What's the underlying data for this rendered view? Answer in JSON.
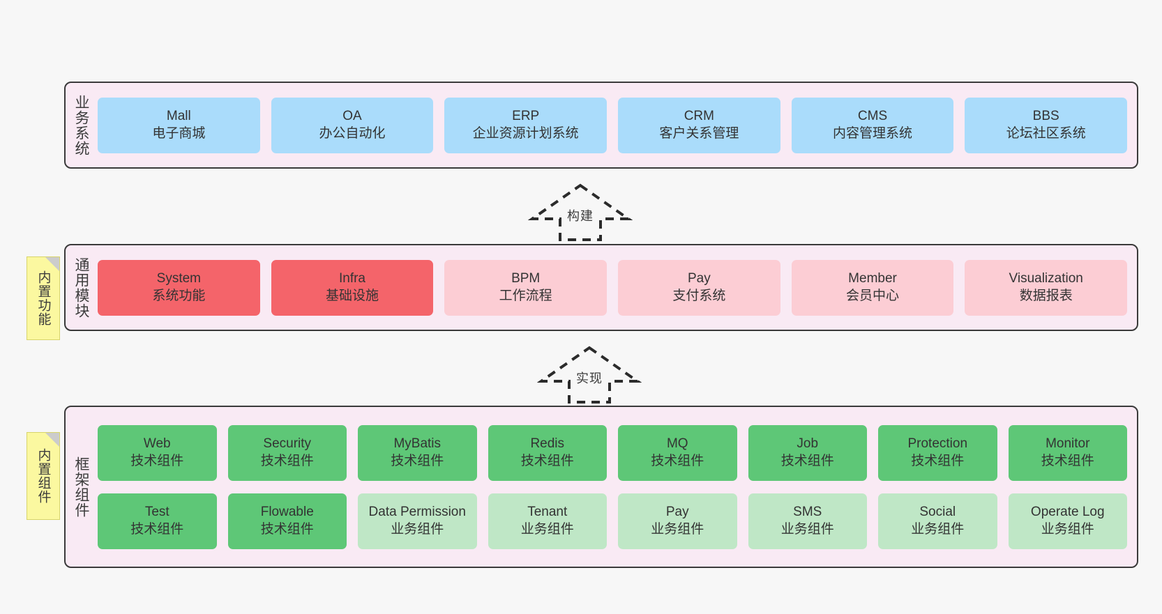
{
  "diagram": {
    "background_color": "#f7f7f7",
    "layer_fill": "#f9eaf4",
    "layer_border": "#3a3a3a",
    "note_color": "#fbf8a0"
  },
  "layers": [
    {
      "id": "business",
      "title": "业务系统",
      "note": null,
      "rows": [
        {
          "cards": [
            {
              "t1": "Mall",
              "t2": "电子商城",
              "color": "#aadcfb",
              "style": "blue"
            },
            {
              "t1": "OA",
              "t2": "办公自动化",
              "color": "#aadcfb",
              "style": "blue"
            },
            {
              "t1": "ERP",
              "t2": "企业资源计划系统",
              "color": "#aadcfb",
              "style": "blue"
            },
            {
              "t1": "CRM",
              "t2": "客户关系管理",
              "color": "#aadcfb",
              "style": "blue"
            },
            {
              "t1": "CMS",
              "t2": "内容管理系统",
              "color": "#aadcfb",
              "style": "blue"
            },
            {
              "t1": "BBS",
              "t2": "论坛社区系统",
              "color": "#aadcfb",
              "style": "blue"
            }
          ]
        }
      ]
    },
    {
      "id": "common-module",
      "title": "通用模块",
      "note": "内置功能",
      "rows": [
        {
          "cards": [
            {
              "t1": "System",
              "t2": "系统功能",
              "color": "#f4646a",
              "style": "red"
            },
            {
              "t1": "Infra",
              "t2": "基础设施",
              "color": "#f4646a",
              "style": "red"
            },
            {
              "t1": "BPM",
              "t2": "工作流程",
              "color": "#fccdd4",
              "style": "pink"
            },
            {
              "t1": "Pay",
              "t2": "支付系统",
              "color": "#fccdd4",
              "style": "pink"
            },
            {
              "t1": "Member",
              "t2": "会员中心",
              "color": "#fccdd4",
              "style": "pink"
            },
            {
              "t1": "Visualization",
              "t2": "数据报表",
              "color": "#fccdd4",
              "style": "pink"
            }
          ]
        }
      ]
    },
    {
      "id": "framework",
      "title": "框架组件",
      "note": "内置组件",
      "rows": [
        {
          "cards": [
            {
              "t1": "Web",
              "t2": "技术组件",
              "color": "#5ec777",
              "style": "green"
            },
            {
              "t1": "Security",
              "t2": "技术组件",
              "color": "#5ec777",
              "style": "green"
            },
            {
              "t1": "MyBatis",
              "t2": "技术组件",
              "color": "#5ec777",
              "style": "green"
            },
            {
              "t1": "Redis",
              "t2": "技术组件",
              "color": "#5ec777",
              "style": "green"
            },
            {
              "t1": "MQ",
              "t2": "技术组件",
              "color": "#5ec777",
              "style": "green"
            },
            {
              "t1": "Job",
              "t2": "技术组件",
              "color": "#5ec777",
              "style": "green"
            },
            {
              "t1": "Protection",
              "t2": "技术组件",
              "color": "#5ec777",
              "style": "green"
            },
            {
              "t1": "Monitor",
              "t2": "技术组件",
              "color": "#5ec777",
              "style": "green"
            }
          ]
        },
        {
          "cards": [
            {
              "t1": "Test",
              "t2": "技术组件",
              "color": "#5ec777",
              "style": "green"
            },
            {
              "t1": "Flowable",
              "t2": "技术组件",
              "color": "#5ec777",
              "style": "green"
            },
            {
              "t1": "Data Permission",
              "t2": "业务组件",
              "color": "#bfe7c6",
              "style": "lgreen"
            },
            {
              "t1": "Tenant",
              "t2": "业务组件",
              "color": "#bfe7c6",
              "style": "lgreen"
            },
            {
              "t1": "Pay",
              "t2": "业务组件",
              "color": "#bfe7c6",
              "style": "lgreen"
            },
            {
              "t1": "SMS",
              "t2": "业务组件",
              "color": "#bfe7c6",
              "style": "lgreen"
            },
            {
              "t1": "Social",
              "t2": "业务组件",
              "color": "#bfe7c6",
              "style": "lgreen"
            },
            {
              "t1": "Operate Log",
              "t2": "业务组件",
              "color": "#bfe7c6",
              "style": "lgreen"
            }
          ]
        }
      ]
    }
  ],
  "arrows": [
    {
      "id": "build",
      "label": "构建"
    },
    {
      "id": "implement",
      "label": "实现"
    }
  ]
}
